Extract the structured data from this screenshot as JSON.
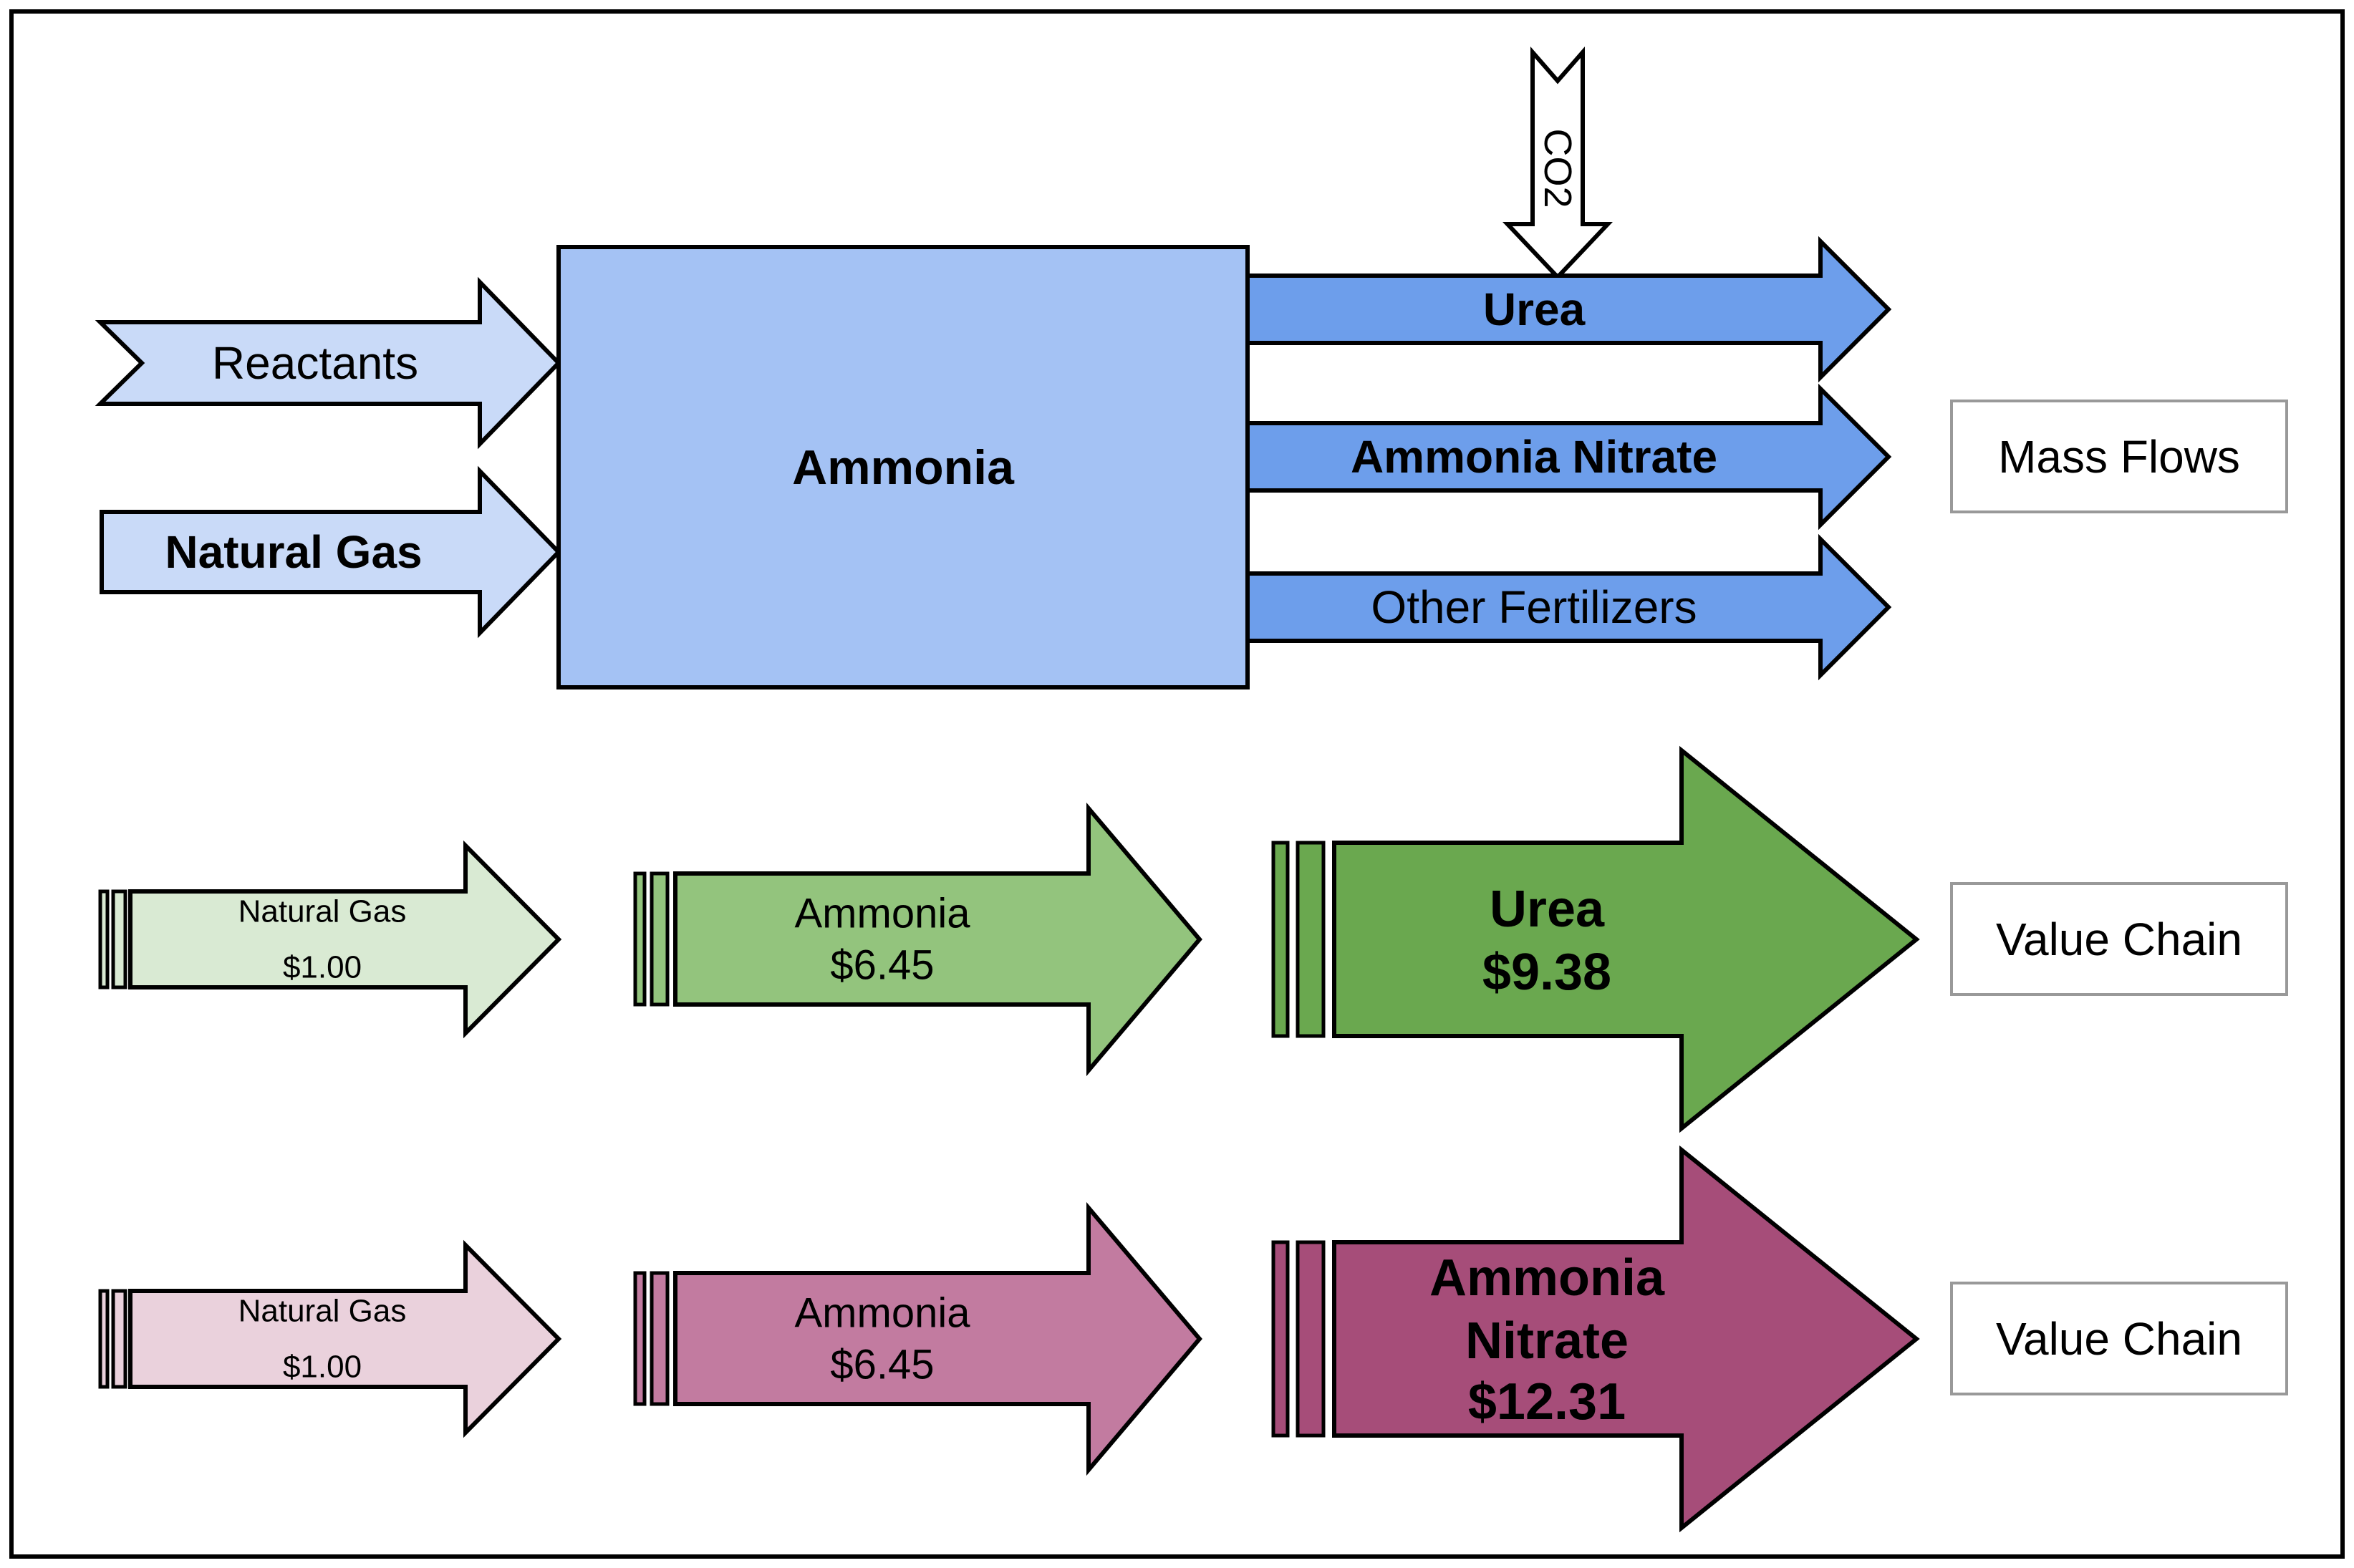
{
  "colors": {
    "input_arrow": "#c9daf8",
    "process_box": "#a4c2f4",
    "output_arrow": "#6d9eeb",
    "co2_arrow": "#ffffff",
    "urea_chain_stage1": "#d9ead3",
    "urea_chain_stage2": "#93c47d",
    "urea_chain_stage3": "#6aa84f",
    "an_chain_stage1": "#ead1dc",
    "an_chain_stage2": "#c27ba0",
    "an_chain_stage3": "#a64d79",
    "price_text": "#0000ff",
    "outline": "#000000",
    "label_box_border": "#999999",
    "label_box_fill": "#ffffff"
  },
  "mass_flows": {
    "section_label": "Mass Flows",
    "reactants": "Reactants",
    "natural_gas": "Natural Gas",
    "process": "Ammonia",
    "co2": "CO2",
    "outputs": {
      "urea": "Urea",
      "ammonia_nitrate": "Ammonia Nitrate",
      "other_fertilizers": "Other Fertilizers"
    }
  },
  "urea_value_chain": {
    "section_label": "Value Chain",
    "stages": {
      "natural_gas": {
        "name": "Natural Gas",
        "price": "$1.00"
      },
      "ammonia": {
        "name": "Ammonia",
        "price": "$6.45"
      },
      "urea": {
        "name": "Urea",
        "price": "$9.38"
      }
    }
  },
  "ammonia_nitrate_value_chain": {
    "section_label": "Value Chain",
    "stages": {
      "natural_gas": {
        "name": "Natural Gas",
        "price": "$1.00"
      },
      "ammonia": {
        "name": "Ammonia",
        "price": "$6.45"
      },
      "ammonia_nitrate": {
        "name_line1": "Ammonia",
        "name_line2": "Nitrate",
        "price": "$12.31"
      }
    }
  }
}
